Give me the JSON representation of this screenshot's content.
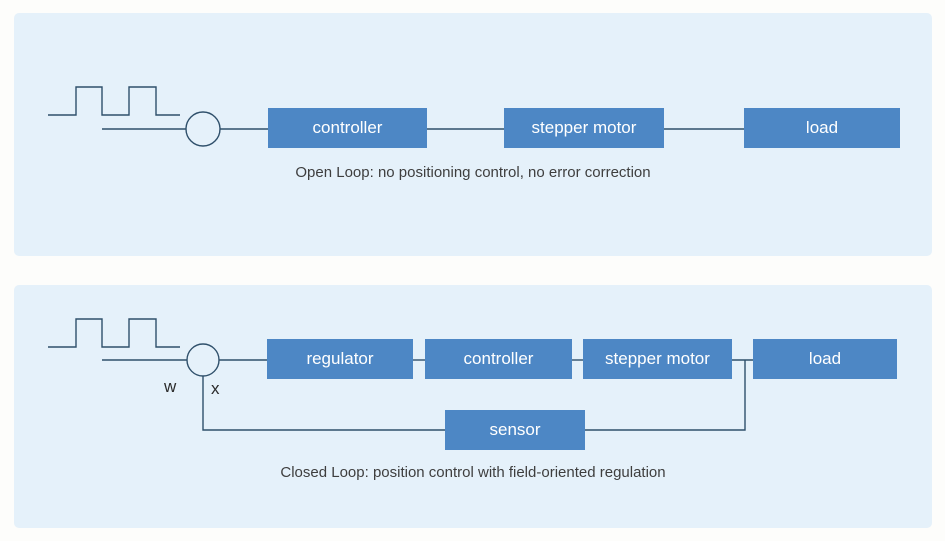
{
  "colors": {
    "page_bg": "#fdfdfb",
    "panel_bg": "#e5f1fa",
    "box_blue": "#4d87c5",
    "box_text": "#ffffff",
    "line": "#2f506b",
    "caption_text": "#3e3e3e"
  },
  "open_loop": {
    "blocks": [
      {
        "label": "controller"
      },
      {
        "label": "stepper motor"
      },
      {
        "label": "load"
      }
    ],
    "caption": "Open Loop: no positioning control, no error correction"
  },
  "closed_loop": {
    "blocks": [
      {
        "label": "regulator"
      },
      {
        "label": "controller"
      },
      {
        "label": "stepper motor"
      },
      {
        "label": "load"
      }
    ],
    "feedback_block": {
      "label": "sensor"
    },
    "signal_labels": {
      "command": "w",
      "feedback": "x"
    },
    "caption": "Closed Loop: position control with field-oriented regulation"
  }
}
